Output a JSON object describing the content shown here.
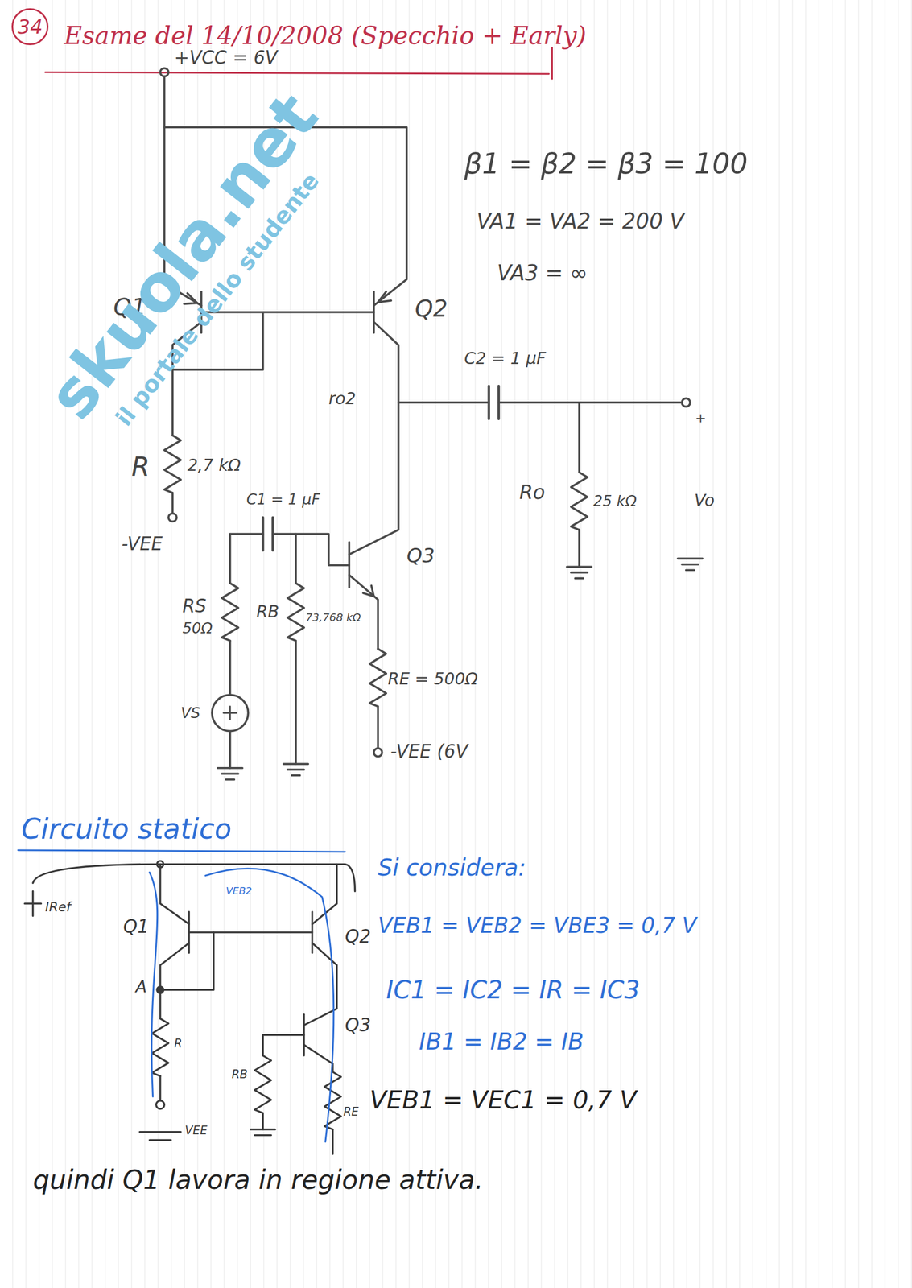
{
  "diagram": {
    "title": "Esame del 14/10/2008 (Specchio + Early)",
    "nodes": [
      {
        "text": [
          "34"
        ]
      }
    ],
    "labels": [
      "+VCC = 6V",
      "β1 = β2 = β3 = 100",
      "VA1 = VA2 = 200 V",
      "VA3 = ∞",
      "Q1",
      "Q2",
      "ro2",
      "C2 = 1 μF",
      "R",
      "2,7 kΩ",
      "C1 = 1 μF",
      "Q3",
      "Ro",
      "25 kΩ",
      "Vo",
      "+",
      "-VEE",
      "RS",
      "50Ω",
      "RB",
      "73,768 kΩ",
      "RE = 500Ω",
      "VS",
      "-VEE (6V",
      "Circuito statico",
      "Si considera:",
      "VEB1 = VEB2 = VBE3 = 0,7 V",
      "IC1 = IC2 = IR = IC3",
      "IB1 = IB2 = IB",
      "VEB1 = VEC1 = 0,7 V",
      "quindi Q1 lavora in regione attiva.",
      "Q1",
      "Q2",
      "A",
      "R",
      "Q3",
      "RB",
      "RE",
      "VEE",
      "IRef",
      "VEB2",
      "skuola.net",
      "il portale dello studente"
    ]
  }
}
